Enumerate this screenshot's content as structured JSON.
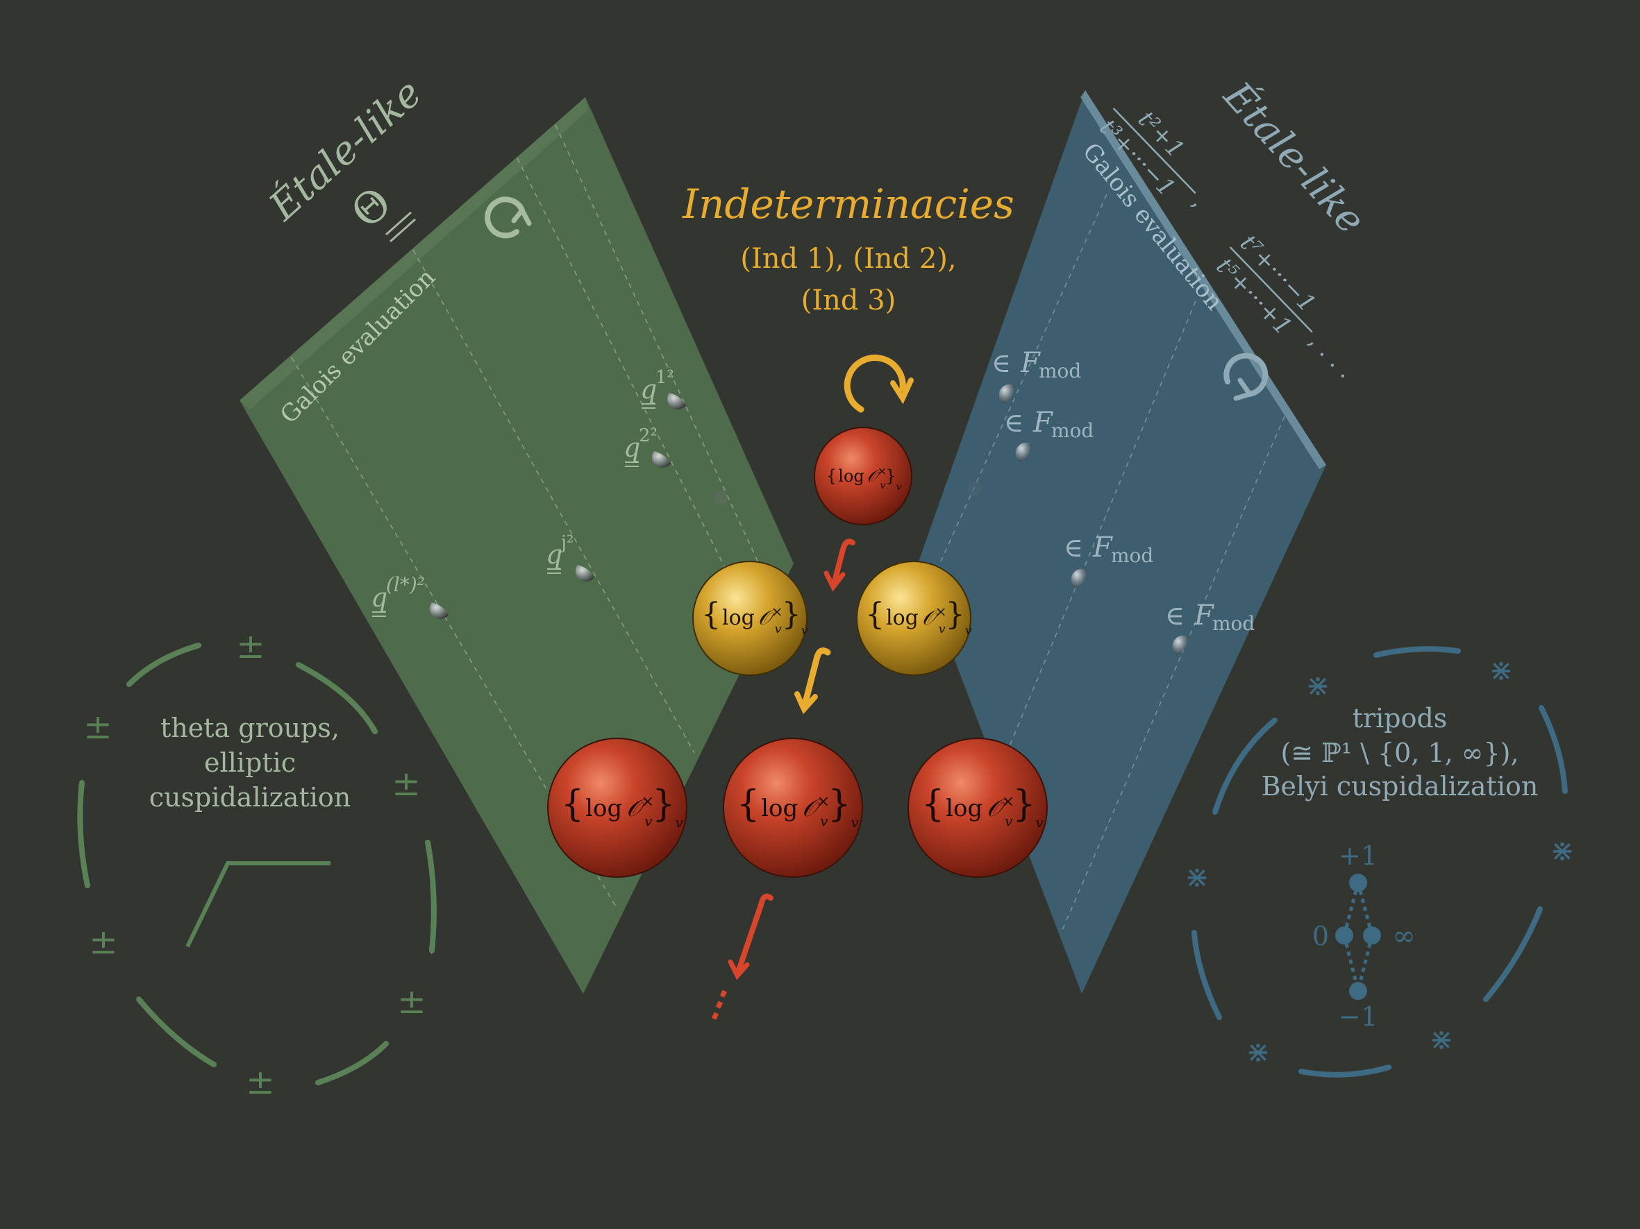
{
  "colors": {
    "background": "#333630",
    "green_plane": "#4e6b4c",
    "green_text": "#a4b79f",
    "blue_plane": "#3d5e6f",
    "blue_text": "#8fa9b5",
    "gold": "#e8ac2e",
    "red_arrow": "#d9452a",
    "green_cycle": "#5a8156",
    "blue_cycle": "#3e6a84"
  },
  "title": {
    "main": "Indeterminacies",
    "line1": "(Ind 1), (Ind 2),",
    "line2": "(Ind 3)"
  },
  "left": {
    "etale_label": "Étale-like",
    "theta_symbol": "Θ",
    "galois_label": "Galois evaluation",
    "q_labels": [
      "1²",
      "2²",
      "j²",
      "(l*)²"
    ],
    "q_base": "q",
    "cycle_text": [
      "theta groups,",
      "elliptic",
      "cuspidalization"
    ],
    "pm_symbol": "±"
  },
  "right": {
    "etale_label": "Étale-like",
    "galois_label": "Galois evaluation",
    "fraction1_num": "t²+1",
    "fraction1_den": "t³+···−1",
    "fraction2_num": "t⁷+···−1",
    "fraction2_den": "t⁵+···+1",
    "ellipsis": ", . . .",
    "comma": ",",
    "fmod_prefix": "∈",
    "fmod_F": "F",
    "fmod_sub": "mod",
    "cycle_text": [
      "tripods",
      "(≅ ℙ¹ \\ {0, 1, ∞}),",
      "Belyi cuspidalization"
    ],
    "star_symbol": "⋇",
    "tripod_labels": [
      "+1",
      "0",
      "∞",
      "−1"
    ]
  },
  "spheres": {
    "label_log": "log",
    "label_O": "𝒪",
    "label_sup": "×",
    "label_sub": "v"
  },
  "dots_label": "⋮"
}
